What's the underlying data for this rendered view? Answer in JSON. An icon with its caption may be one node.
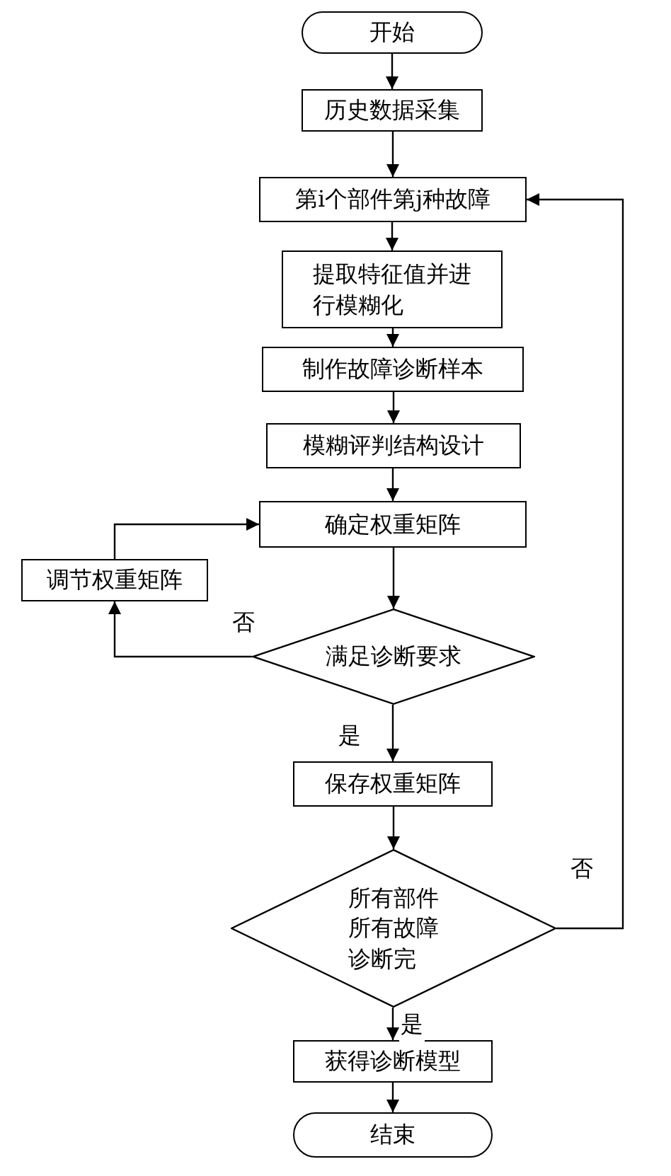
{
  "diagram": {
    "nodes": [
      {
        "text": [
          "开始"
        ]
      },
      {
        "text": [
          "历史数据采集"
        ]
      },
      {
        "text": [
          "第i个部件第j种故障"
        ]
      },
      {
        "text": [
          "提取特征值并进行模糊化"
        ]
      },
      {
        "text": [
          "制作故障诊断样本"
        ]
      },
      {
        "text": [
          "模糊评判结构设计"
        ]
      },
      {
        "text": [
          "确定权重矩阵"
        ]
      },
      {
        "text": [
          "调节权重矩阵"
        ]
      },
      {
        "text": [
          "满足诊断要求"
        ]
      },
      {
        "text": [
          "保存权重矩阵"
        ]
      },
      {
        "text": [
          "所有部件所有故障诊断完"
        ]
      },
      {
        "text": [
          "获得诊断模型"
        ]
      },
      {
        "text": [
          "结束"
        ]
      }
    ],
    "edges": [
      {
        "from": 0,
        "to": 1,
        "arrow": "to"
      },
      {
        "from": 1,
        "to": 2,
        "arrow": "to"
      },
      {
        "from": 2,
        "to": 3,
        "arrow": "to"
      },
      {
        "from": 3,
        "to": 4,
        "arrow": "to"
      },
      {
        "from": 4,
        "to": 5,
        "arrow": "to"
      },
      {
        "from": 5,
        "to": 6,
        "arrow": "to"
      },
      {
        "from": 6,
        "to": 8,
        "arrow": "to"
      },
      {
        "from": 8,
        "to": 7,
        "arrow": "to",
        "label": "否"
      },
      {
        "from": 7,
        "to": 6,
        "arrow": "to"
      },
      {
        "from": 8,
        "to": 9,
        "arrow": "to",
        "label": "是"
      },
      {
        "from": 9,
        "to": 10,
        "arrow": "to"
      },
      {
        "from": 10,
        "to": 2,
        "arrow": "to",
        "label": "否"
      },
      {
        "from": 10,
        "to": 11,
        "arrow": "to",
        "label": "是"
      },
      {
        "from": 11,
        "to": 12,
        "arrow": "to"
      }
    ]
  }
}
